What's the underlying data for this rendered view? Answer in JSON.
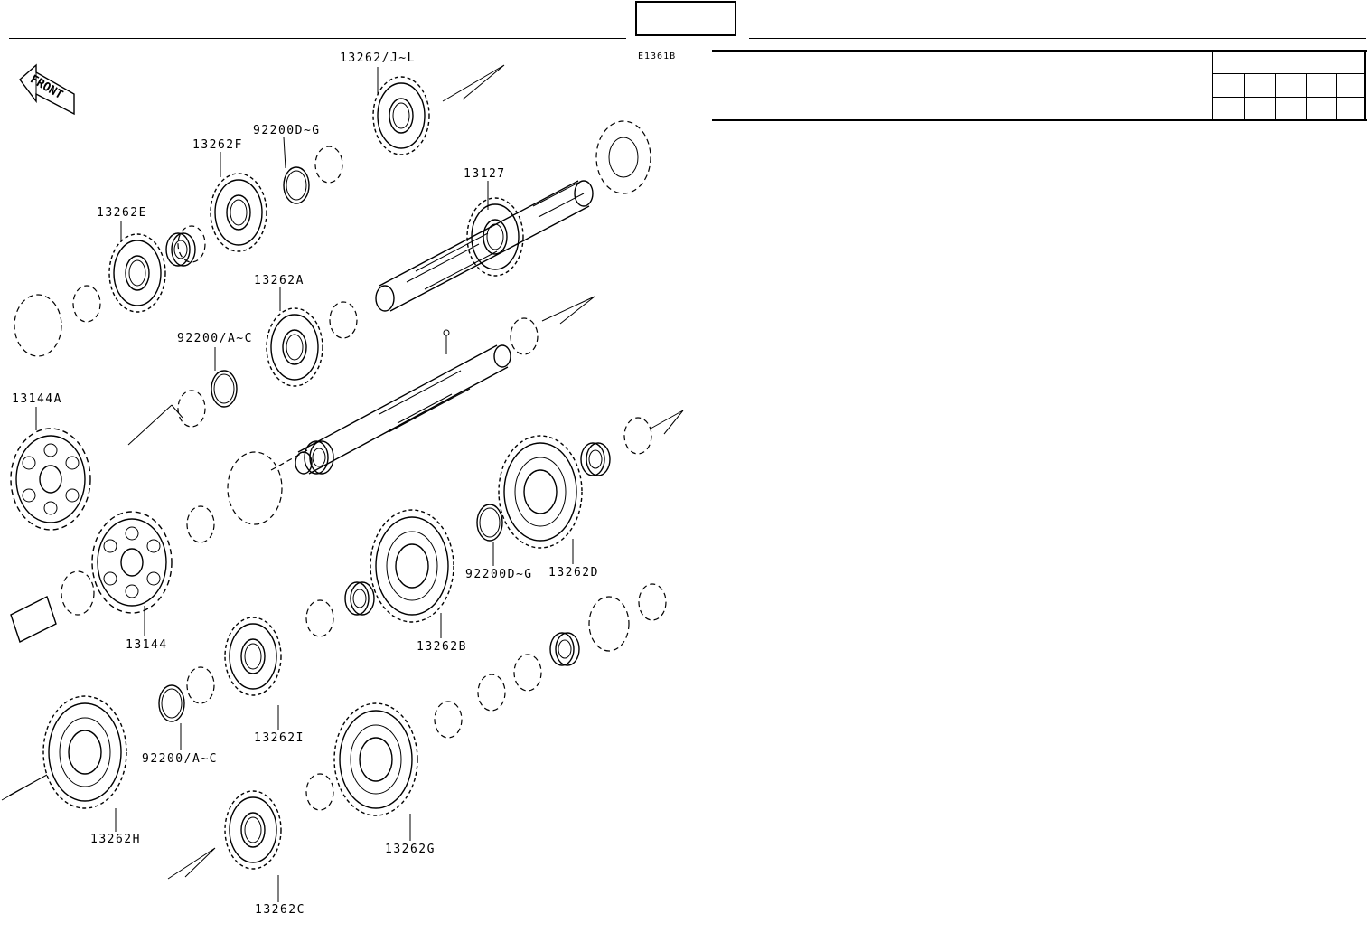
{
  "figure_code": "E1361B",
  "front_label": "FRONT",
  "reference_box": "",
  "parts": [
    {
      "id": "p-13262-jl",
      "label": "13262/J~L"
    },
    {
      "id": "p-92200-dg-top",
      "label": "92200D~G"
    },
    {
      "id": "p-13262f",
      "label": "13262F"
    },
    {
      "id": "p-13127",
      "label": "13127"
    },
    {
      "id": "p-13262e",
      "label": "13262E"
    },
    {
      "id": "p-13262a",
      "label": "13262A"
    },
    {
      "id": "p-92200-ac-top",
      "label": "92200/A~C"
    },
    {
      "id": "p-13144a",
      "label": "13144A"
    },
    {
      "id": "p-92200-dg-mid",
      "label": "92200D~G"
    },
    {
      "id": "p-13262d",
      "label": "13262D"
    },
    {
      "id": "p-13144",
      "label": "13144"
    },
    {
      "id": "p-13262b",
      "label": "13262B"
    },
    {
      "id": "p-13262i",
      "label": "13262I"
    },
    {
      "id": "p-92200-ac-bot",
      "label": "92200/A~C"
    },
    {
      "id": "p-13262h",
      "label": "13262H"
    },
    {
      "id": "p-13262g",
      "label": "13262G"
    },
    {
      "id": "p-13262c",
      "label": "13262C"
    }
  ]
}
